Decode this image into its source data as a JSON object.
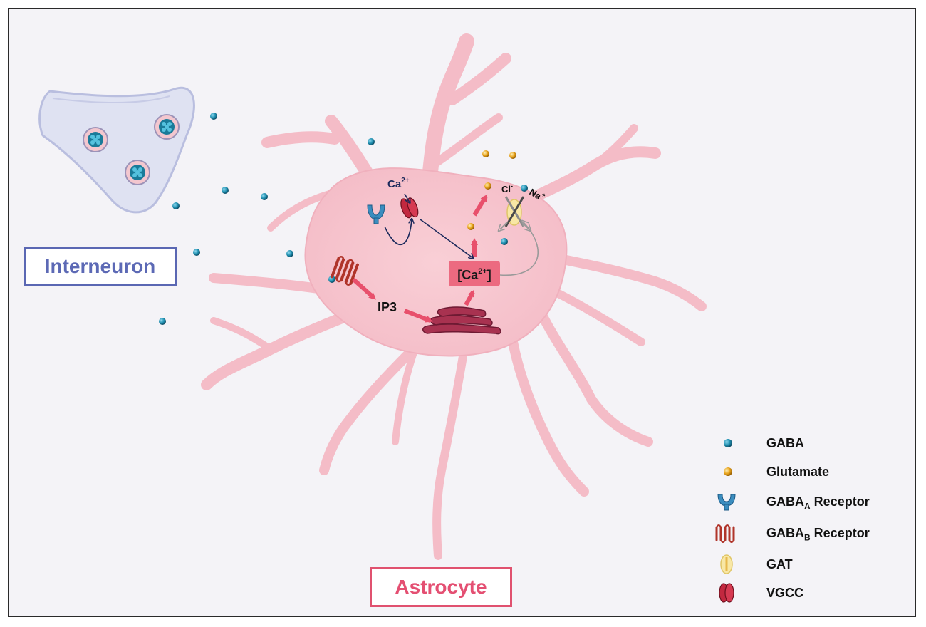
{
  "cells": {
    "interneuron": "Interneuron",
    "astrocyte": "Astrocyte"
  },
  "labels": {
    "ca_influx": "Ca",
    "ca_influx_sup": "2+",
    "ca_internal_prefix": "[Ca",
    "ca_internal_sup": "2+",
    "ca_internal_suffix": "]",
    "ip3": "IP3",
    "cl": "Cl",
    "cl_sup": "-",
    "na": "Na",
    "na_sup": "+"
  },
  "legend": {
    "gaba": "GABA",
    "glutamate": "Glutamate",
    "gaba_a_prefix": "GABA",
    "gaba_a_sub": "A",
    "gaba_a_suffix": " Receptor",
    "gaba_b_prefix": "GABA",
    "gaba_b_sub": "B",
    "gaba_b_suffix": " Receptor",
    "gat": "GAT",
    "vgcc": "VGCC"
  },
  "icons": {
    "gaba": "gaba-molecule-icon",
    "glutamate": "glutamate-molecule-icon",
    "gaba_a": "gaba-a-receptor-icon",
    "gaba_b": "gaba-b-receptor-icon",
    "gat": "gat-transporter-icon",
    "vgcc": "vgcc-channel-icon"
  },
  "colors": {
    "gaba": "#1f8fb0",
    "glutamate": "#e8a21a",
    "astrocyte_fill": "#f7c6cf",
    "interneuron_fill": "#dfe2f2",
    "pathway_arrow": "#e8506c",
    "calcium_box": "#ec6a80"
  }
}
